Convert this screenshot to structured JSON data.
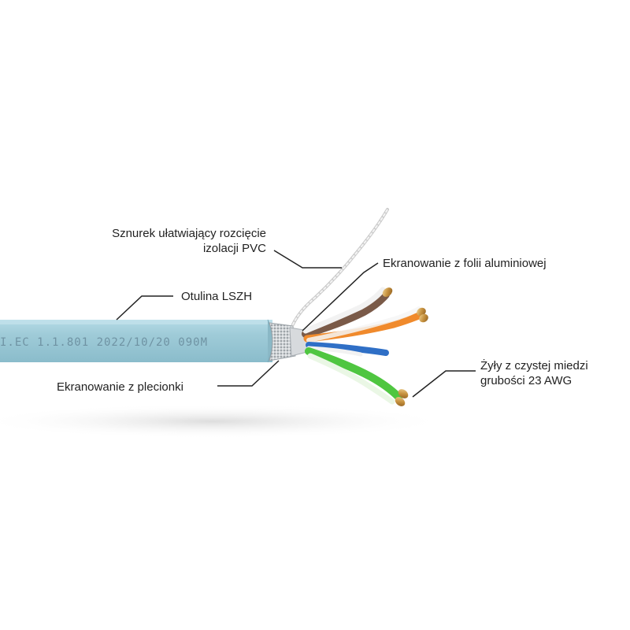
{
  "cable": {
    "print_marking": "I.EC 1.1.801 2022/10/20 090M",
    "jacket_color": "#9ecbd8",
    "wire_colors": {
      "brown": "#7a5a48",
      "orange": "#f08a2c",
      "blue": "#2f6fc6",
      "green": "#4fc640",
      "white": "#f2f2f2"
    }
  },
  "labels": {
    "ripcord": {
      "line1": "Sznurek ułatwiający rozcięcie",
      "line2": "izolacji PVC"
    },
    "foil": "Ekranowanie z folii aluminiowej",
    "jacket": "Otulina LSZH",
    "conductors": {
      "line1": "Żyły z czystej miedzi",
      "line2": "grubości 23 AWG"
    },
    "braid": "Ekranowanie z plecionki"
  }
}
